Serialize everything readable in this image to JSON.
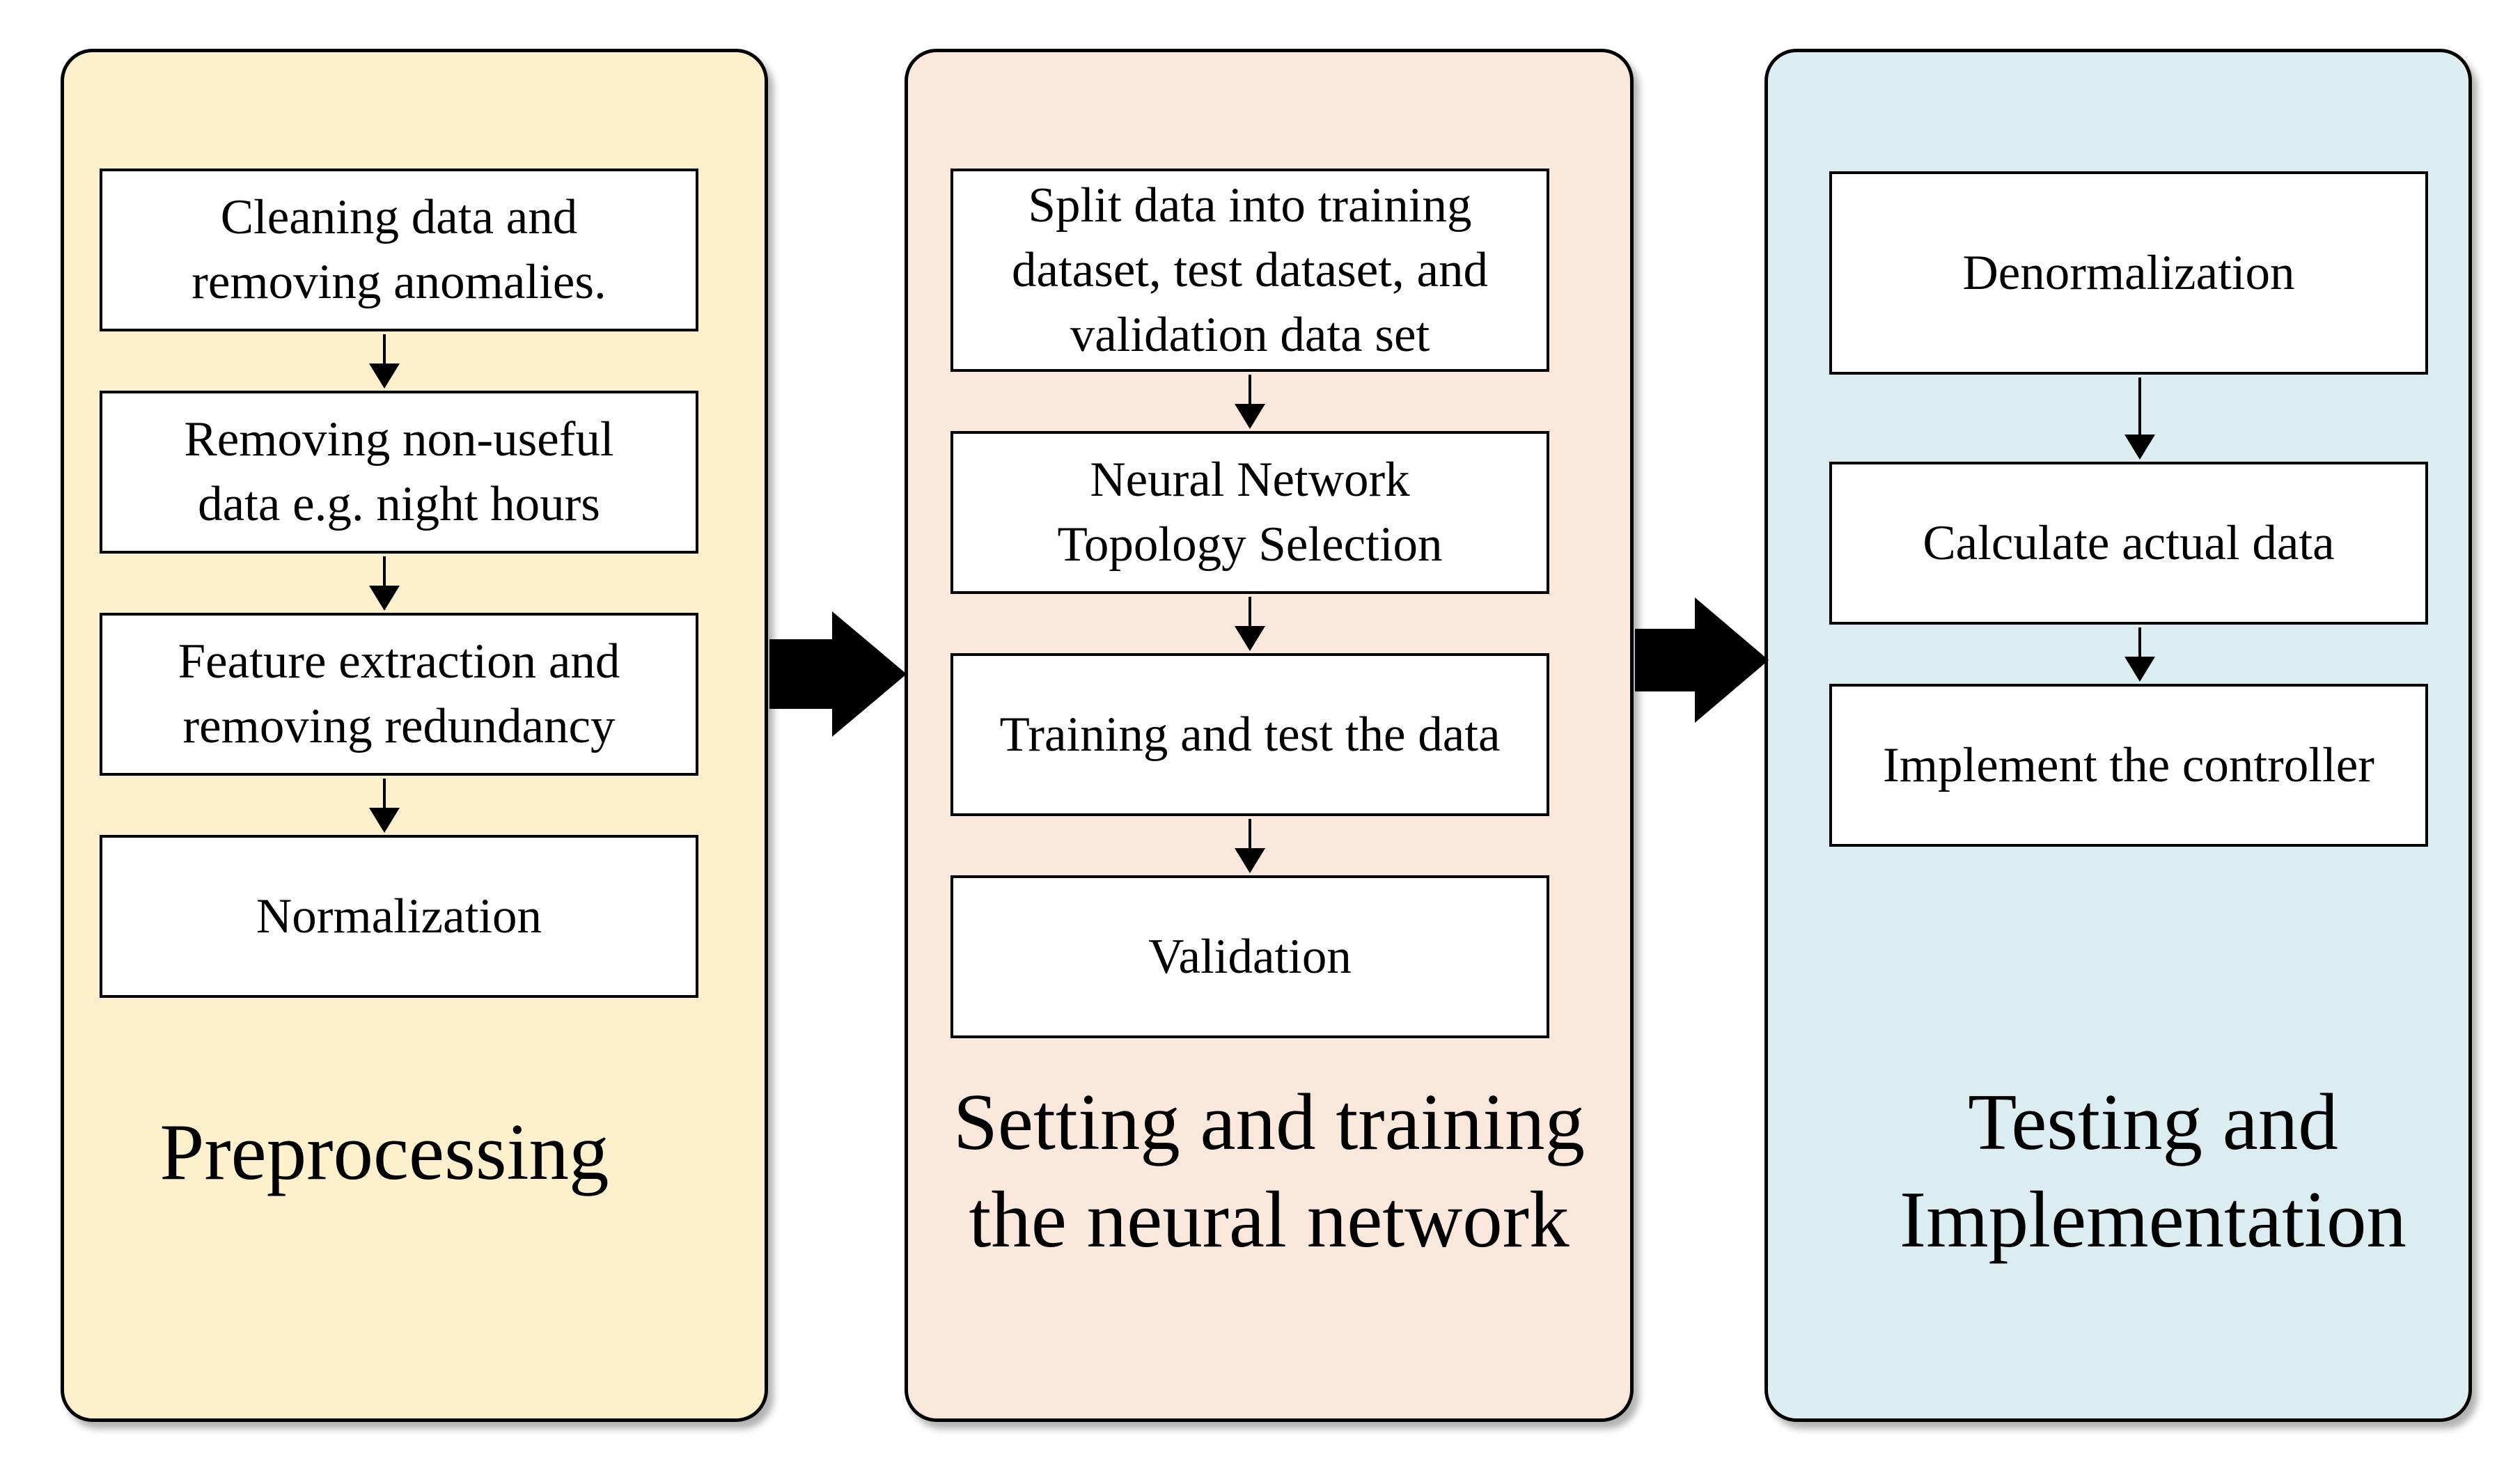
{
  "colors": {
    "preprocessing_fill": "#fdf0cd",
    "training_fill": "#fbe8dc",
    "testing_fill": "#dcedf2",
    "outline": "#000000",
    "box_fill": "#ffffff"
  },
  "panels": [
    {
      "title": "Preprocessing",
      "steps": [
        "Cleaning data and\nremoving anomalies.",
        "Removing non-useful\ndata e.g. night hours",
        "Feature extraction and\nremoving redundancy",
        "Normalization"
      ]
    },
    {
      "title": "Setting and training\nthe neural network",
      "steps": [
        "Split data into training\ndataset, test dataset, and\nvalidation data set",
        "Neural Network\nTopology Selection",
        "Training and test the data",
        "Validation"
      ]
    },
    {
      "title": "Testing and\nImplementation",
      "steps": [
        "Denormalization",
        "Calculate actual data",
        "Implement the controller"
      ]
    }
  ],
  "icons": {
    "step_connector": "arrow-down-icon",
    "stage_connector": "block-arrow-right-icon"
  }
}
